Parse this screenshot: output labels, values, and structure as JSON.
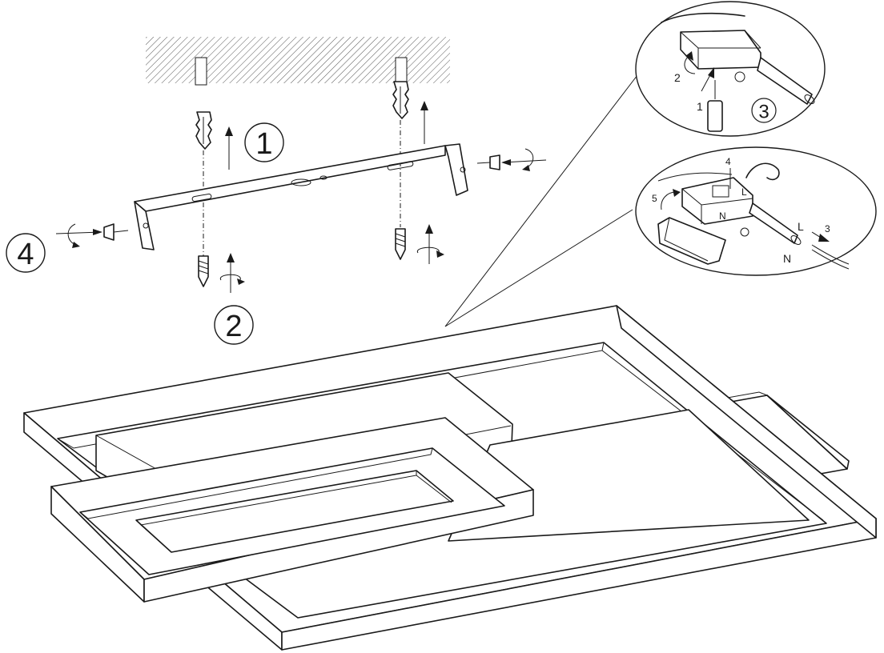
{
  "steps": {
    "step1": "1",
    "step2": "2",
    "step3": "3",
    "step4": "4"
  },
  "detail_top": {
    "marker_1": "1",
    "marker_2": "2"
  },
  "detail_wiring": {
    "marker_3": "3",
    "marker_4": "4",
    "marker_5": "5",
    "label_L_terminal": "L",
    "label_N_terminal": "N",
    "label_L_wire": "L",
    "label_N_wire": "N"
  }
}
